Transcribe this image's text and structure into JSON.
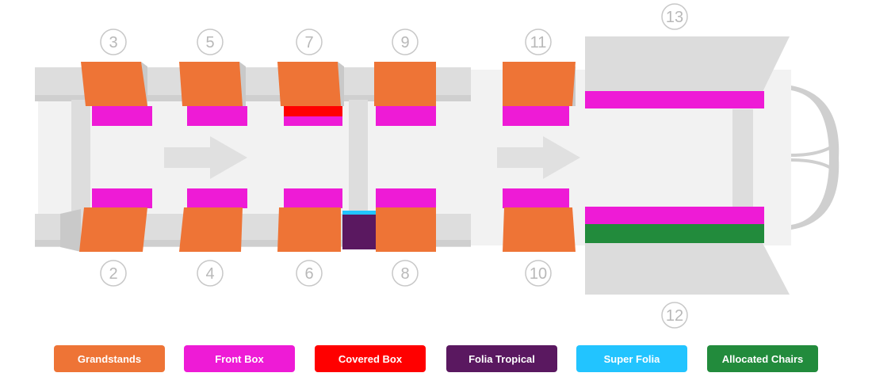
{
  "colors": {
    "grandstands": "#EE7436",
    "front_box": "#EE1BD6",
    "covered_box": "#FF0000",
    "folia_tropical": "#5A1860",
    "super_folia": "#22C4FF",
    "allocated_chairs": "#228B3C",
    "road": "#F0F0F0",
    "road_shadow": "#D8D8D8",
    "arrow": "#E0E0E0",
    "circle_stroke": "#C8C8C8"
  },
  "sections": {
    "top": [
      "3",
      "5",
      "7",
      "9",
      "11",
      "13"
    ],
    "bottom": [
      "2",
      "4",
      "6",
      "8",
      "10",
      "12"
    ]
  },
  "legend": [
    {
      "label": "Grandstands",
      "color_key": "grandstands"
    },
    {
      "label": "Front Box",
      "color_key": "front_box"
    },
    {
      "label": "Covered Box",
      "color_key": "covered_box"
    },
    {
      "label": "Folia Tropical",
      "color_key": "folia_tropical"
    },
    {
      "label": "Super Folia",
      "color_key": "super_folia"
    },
    {
      "label": "Allocated Chairs",
      "color_key": "allocated_chairs"
    }
  ]
}
